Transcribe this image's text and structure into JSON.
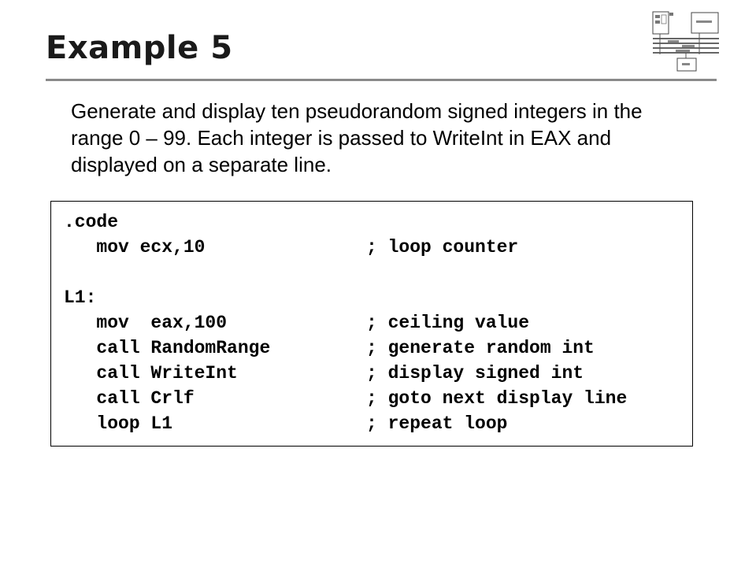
{
  "slide": {
    "title": "Example 5",
    "description": "Generate and display ten pseudorandom signed integers in the range 0 – 99. Each integer is passed to WriteInt in EAX and displayed on a separate line."
  },
  "code": [
    {
      "stmt": ".code",
      "comment": ""
    },
    {
      "stmt": "   mov ecx,10",
      "comment": "; loop counter"
    },
    {
      "stmt": "",
      "comment": ""
    },
    {
      "stmt": "L1:",
      "comment": ""
    },
    {
      "stmt": "   mov  eax,100",
      "comment": "; ceiling value"
    },
    {
      "stmt": "   call RandomRange",
      "comment": "; generate random int"
    },
    {
      "stmt": "   call WriteInt",
      "comment": "; display signed int"
    },
    {
      "stmt": "   call Crlf",
      "comment": "; goto next display line"
    },
    {
      "stmt": "   loop L1",
      "comment": "; repeat loop"
    }
  ]
}
